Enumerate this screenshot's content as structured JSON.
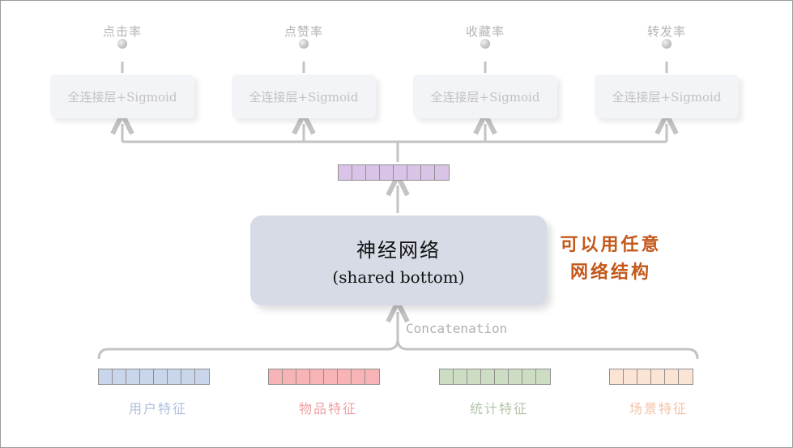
{
  "tasks": [
    {
      "label": "点击率",
      "fc_label": "全连接层+Sigmoid"
    },
    {
      "label": "点赞率",
      "fc_label": "全连接层+Sigmoid"
    },
    {
      "label": "收藏率",
      "fc_label": "全连接层+Sigmoid"
    },
    {
      "label": "转发率",
      "fc_label": "全连接层+Sigmoid"
    }
  ],
  "shared_bottom": {
    "title": "神经网络",
    "subtitle": "(shared bottom)"
  },
  "note": {
    "line1": "可以用任意",
    "line2": "网络结构"
  },
  "concat_label": "Concatenation",
  "features": [
    {
      "label": "用户特征",
      "color": "#c9d5ea",
      "label_color": "#aebfe0"
    },
    {
      "label": "物品特征",
      "color": "#f8b3b6",
      "label_color": "#eea0a4"
    },
    {
      "label": "统计特征",
      "color": "#cdddc4",
      "label_color": "#b3c4a9"
    },
    {
      "label": "场景特征",
      "color": "#fbe4d3",
      "label_color": "#f2c2a6"
    }
  ],
  "output_vector_color": "#d9c3e6",
  "colors": {
    "line": "#c3c3c3",
    "core_box": "#d6dbe6",
    "note": "#c4581a"
  }
}
